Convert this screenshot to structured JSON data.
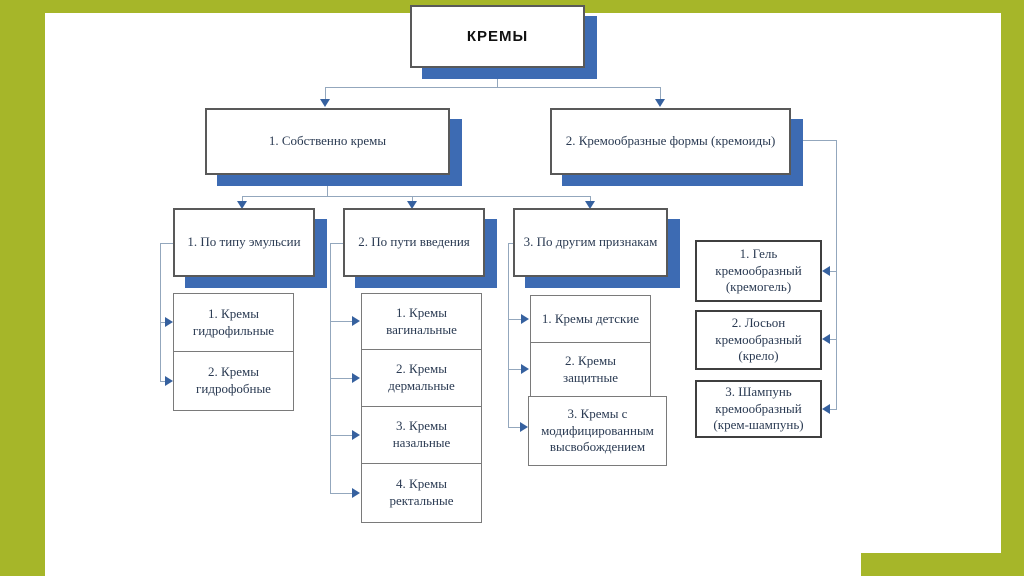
{
  "colors": {
    "frame_green": "#a6b629",
    "shadow_blue": "#3d6bb3",
    "arrow_blue": "#36619f",
    "connector": "#93a7bd",
    "text": "#2a3a52"
  },
  "root": {
    "label": "КРЕМЫ"
  },
  "level2": [
    {
      "label": "1. Собственно кремы"
    },
    {
      "label": "2. Кремообразные формы (кремоиды)"
    }
  ],
  "criteria": [
    {
      "label": "1. По типу эмульсии"
    },
    {
      "label": "2. По пути введения"
    },
    {
      "label": "3. По другим признакам"
    }
  ],
  "emulsion_types": [
    {
      "label": "1. Кремы гидрофильные"
    },
    {
      "label": "2. Кремы гидрофобные"
    }
  ],
  "routes": [
    {
      "label": "1. Кремы вагинальные"
    },
    {
      "label": "2. Кремы дермальные"
    },
    {
      "label": "3. Кремы назальные"
    },
    {
      "label": "4. Кремы ректальные"
    }
  ],
  "other_features": [
    {
      "label": "1. Кремы детские"
    },
    {
      "label": "2. Кремы защитные"
    },
    {
      "label": "3. Кремы с модифицированным высвобождением"
    }
  ],
  "cremoid_forms": [
    {
      "label": "1. Гель кремообразный (кремогель)"
    },
    {
      "label": "2. Лосьон кремообразный (крело)"
    },
    {
      "label": "3. Шампунь кремообразный (крем-шампунь)"
    }
  ]
}
